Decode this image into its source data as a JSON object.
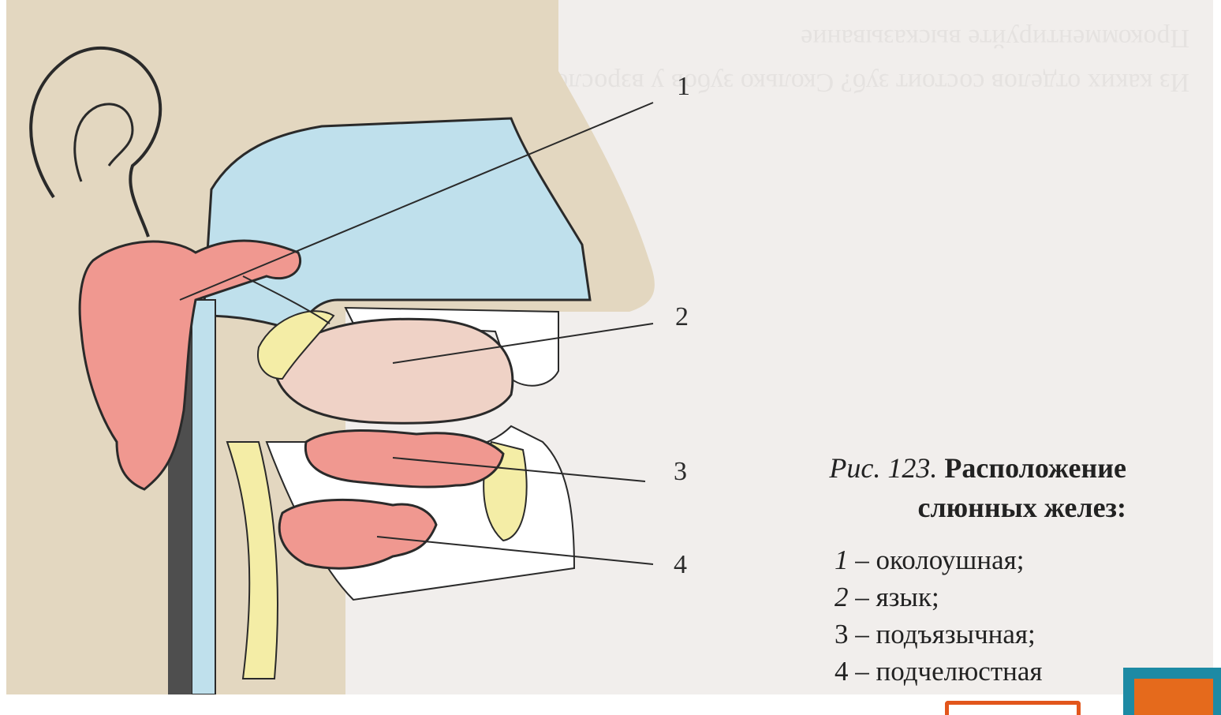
{
  "figure": {
    "number": "Рис. 123.",
    "title_line1": "Расположение",
    "title_line2": "слюнных желез:"
  },
  "callouts": [
    "1",
    "2",
    "3",
    "4"
  ],
  "legend": [
    {
      "num": "1",
      "sep": " – ",
      "text": "околоушная;"
    },
    {
      "num": "2",
      "sep": " – ",
      "text": "язык;"
    },
    {
      "num": "3",
      "sep": " – ",
      "text": "подъязычная;"
    },
    {
      "num": "4",
      "sep": " – ",
      "text": "подчелюстная"
    }
  ],
  "background_text": "Из каких отделов состоит зуб? Сколько зубов у взрослого человека? Прокомментируйте высказывание",
  "colors": {
    "skin": "#e3d7c0",
    "airway": "#bfe0ec",
    "gland": "#f09890",
    "bone": "#f4eda6",
    "line": "#2a2a2a"
  }
}
